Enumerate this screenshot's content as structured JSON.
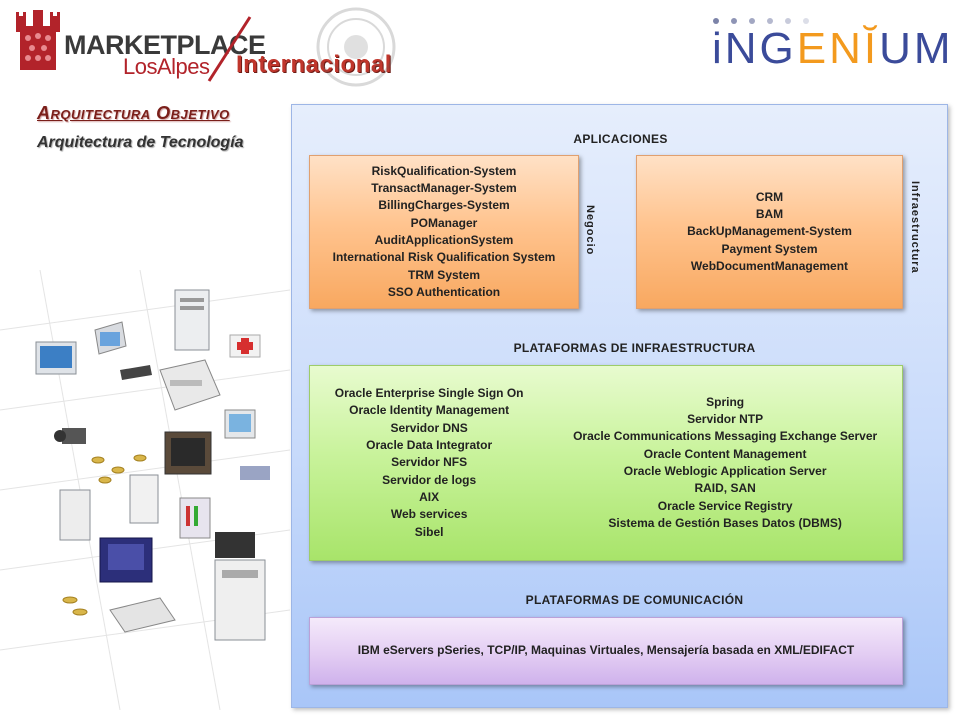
{
  "header": {
    "marketplace_title": "MARKETPLACE",
    "marketplace_sub": "LosAlpes",
    "internacional": "Internacional",
    "ingenium": {
      "part1": "iNG",
      "part2": "ENĬ",
      "part3": "UM"
    },
    "colors": {
      "brand_red": "#b2232a",
      "ingenium_blue": "#3b4b9a",
      "ingenium_orange": "#f39a1e"
    }
  },
  "title": "Arquitectura Objetivo",
  "subtitle": "Arquitectura de Tecnología",
  "panel": {
    "aplicaciones": {
      "title": "APLICACIONES",
      "negocio_label": "Negocio",
      "infraestructura_label": "Infraestructura",
      "negocio_items": [
        "RiskQualification-System",
        "TransactManager-System",
        "BillingCharges-System",
        "POManager",
        "AuditApplicationSystem",
        "International Risk Qualification System",
        "TRM System",
        "SSO Authentication"
      ],
      "infra_items": [
        "CRM",
        "BAM",
        "BackUpManagement-System",
        "Payment System",
        "WebDocumentManagement"
      ]
    },
    "plataformas_infra": {
      "title": "PLATAFORMAS DE INFRAESTRUCTURA",
      "left_items": [
        "Oracle Enterprise Single Sign On",
        "Oracle Identity Management",
        "Servidor DNS",
        "Oracle Data Integrator",
        "Servidor NFS",
        "Servidor de logs",
        "AIX",
        "Web services",
        "Sibel"
      ],
      "right_items": [
        "Spring",
        "Servidor NTP",
        "Oracle Communications Messaging Exchange Server",
        "Oracle Content Management",
        "Oracle Weblogic Application Server",
        "RAID, SAN",
        "Oracle Service Registry",
        "Sistema de Gestión Bases Datos (DBMS)"
      ]
    },
    "plataformas_com": {
      "title": "PLATAFORMAS DE COMUNICACIÓN",
      "text": "IBM eServers pSeries, TCP/IP, Maquinas Virtuales, Mensajería basada en XML/EDIFACT"
    }
  }
}
